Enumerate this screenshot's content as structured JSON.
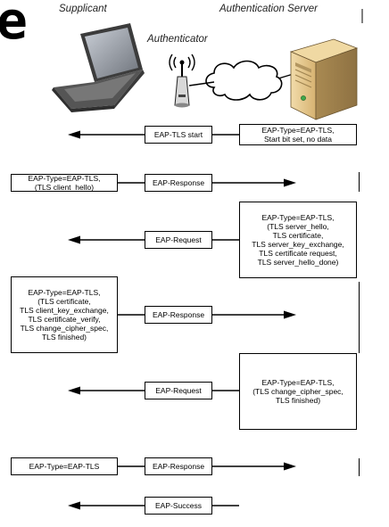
{
  "heading": {
    "letter": "e",
    "supplicant": "Supplicant",
    "authenticator": "Authenticator",
    "server": "Authentication Server"
  },
  "messages": [
    {
      "label": "EAP-TLS start",
      "direction": "left"
    },
    {
      "label": "EAP-Response",
      "direction": "right"
    },
    {
      "label": "EAP-Request",
      "direction": "left"
    },
    {
      "label": "EAP-Response",
      "direction": "right"
    },
    {
      "label": "EAP-Request",
      "direction": "left"
    },
    {
      "label": "EAP-Response",
      "direction": "right"
    },
    {
      "label": "EAP-Success",
      "direction": "left"
    }
  ],
  "notes": {
    "server_start": "EAP-Type=EAP-TLS,\nStart bit set, no data",
    "client_hello": "EAP-Type=EAP-TLS,\n(TLS client_hello)",
    "server_hello": "EAP-Type=EAP-TLS,\n(TLS server_hello,\nTLS certificate,\nTLS server_key_exchange,\nTLS certificate request,\nTLS server_hello_done)",
    "client_cert": "EAP-Type=EAP-TLS,\n(TLS certificate,\nTLS client_key_exchange,\nTLS certificate_verify,\nTLS change_cipher_spec,\nTLS finished)",
    "server_finished": "EAP-Type=EAP-TLS,\n(TLS change_cipher_spec,\nTLS finished)",
    "client_final": "EAP-Type=EAP-TLS"
  },
  "colors": {
    "laptop_body": "#4a4a4a",
    "laptop_screen": "#8a8f98",
    "server_body": "#e6c98a",
    "server_shade": "#b3935a",
    "status_led": "#3fa84a",
    "line": "#000000"
  }
}
